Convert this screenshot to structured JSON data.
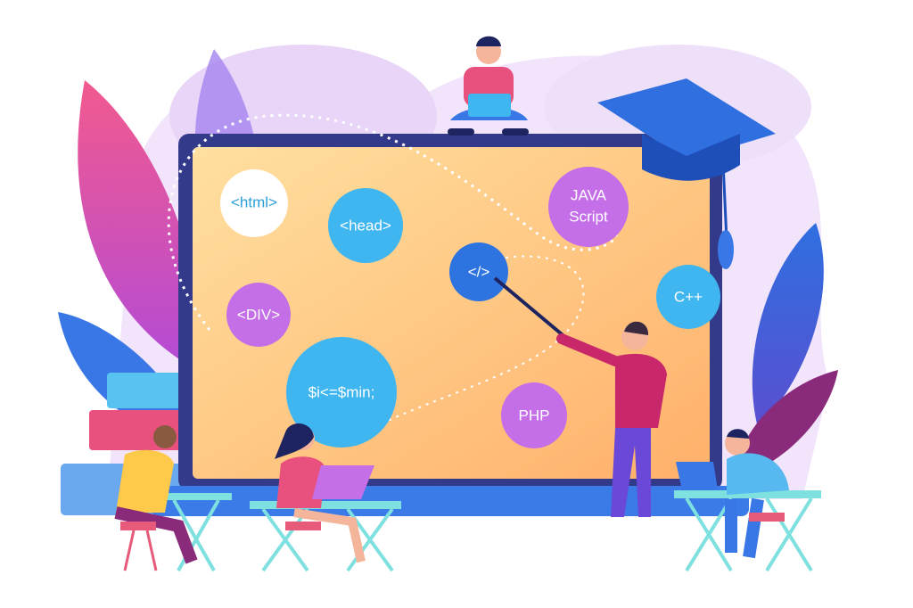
{
  "illustration": {
    "bubbles": [
      {
        "id": "html",
        "label": "<html>",
        "color": "#ffffff",
        "text_color": "#2a9fd8"
      },
      {
        "id": "head",
        "label": "<head>",
        "color": "#3fb6f0"
      },
      {
        "id": "java",
        "label_line1": "JAVA",
        "label_line2": "Script",
        "color": "#c46ee8"
      },
      {
        "id": "tag",
        "label": "</>",
        "color": "#2e74e0"
      },
      {
        "id": "div",
        "label": "<DIV>",
        "color": "#c46ee8"
      },
      {
        "id": "cpp",
        "label": "C++",
        "color": "#3fb6f0"
      },
      {
        "id": "php_var",
        "label": "$i<=$min;",
        "color": "#3fb6f0"
      },
      {
        "id": "php",
        "label": "PHP",
        "color": "#c46ee8"
      }
    ],
    "colors": {
      "screen_start": "#ffd08a",
      "screen_end": "#ffb36b",
      "frame": "#3a3f8f",
      "base": "#3a7be8",
      "leaf_pink": "#ee4f8c",
      "leaf_blue": "#2f6fe0",
      "blob": "#ead9f7"
    }
  }
}
